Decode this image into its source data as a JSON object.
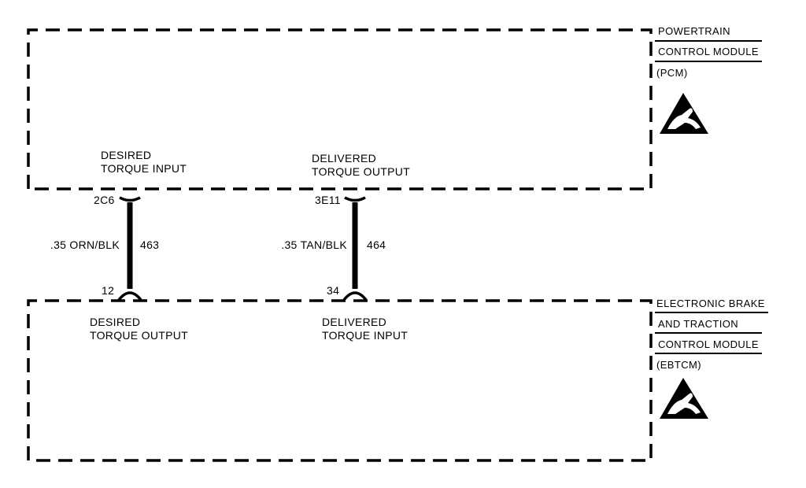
{
  "pcm": {
    "name_line1": "POWERTRAIN",
    "name_line2": "CONTROL MODULE",
    "abbr": "(PCM)",
    "esd_symbol": "esd-sensitive-icon",
    "terminals": {
      "left": {
        "label_line1": "DESIRED",
        "label_line2": "TORQUE INPUT",
        "pin": "2C6"
      },
      "right": {
        "label_line1": "DELIVERED",
        "label_line2": "TORQUE OUTPUT",
        "pin": "3E11"
      }
    }
  },
  "ebtcm": {
    "name_line1": "ELECTRONIC BRAKE",
    "name_line2": "AND TRACTION",
    "name_line3": "CONTROL MODULE",
    "abbr": "(EBTCM)",
    "esd_symbol": "esd-sensitive-icon",
    "terminals": {
      "left": {
        "label_line1": "DESIRED",
        "label_line2": "TORQUE OUTPUT",
        "pin": "12"
      },
      "right": {
        "label_line1": "DELIVERED",
        "label_line2": "TORQUE INPUT",
        "pin": "34"
      }
    }
  },
  "wires": [
    {
      "gauge_color": ".35 ORN/BLK",
      "circuit": "463"
    },
    {
      "gauge_color": ".35 TAN/BLK",
      "circuit": "464"
    }
  ]
}
